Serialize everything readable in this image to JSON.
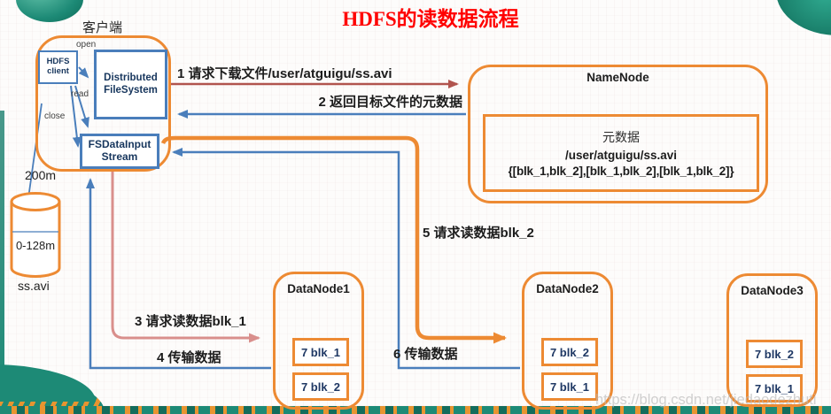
{
  "title": "HDFS的读数据流程",
  "client": {
    "label": "客户端",
    "hdfs_client": "HDFS client",
    "dfs": "Distributed FileSystem",
    "fsdis": "FSDataInput Stream",
    "edge_labels": {
      "open": "open",
      "read": "read",
      "close": "close"
    }
  },
  "file": {
    "capacity": "200m",
    "block_range": "0-128m",
    "name": "ss.avi"
  },
  "namenode": {
    "title": "NameNode",
    "meta": {
      "title": "元数据",
      "path": "/user/atguigu/ss.avi",
      "blocks": "{[blk_1,blk_2],[blk_1,blk_2],[blk_1,blk_2]}"
    }
  },
  "steps": [
    {
      "label": "1 请求下载文件/user/atguigu/ss.avi"
    },
    {
      "label": "2 返回目标文件的元数据"
    },
    {
      "label": "3 请求读数据blk_1"
    },
    {
      "label": "4 传输数据"
    },
    {
      "label": "5 请求读数据blk_2"
    },
    {
      "label": "6 传输数据"
    }
  ],
  "datanodes": [
    {
      "name": "DataNode1",
      "blocks": [
        "7 blk_1",
        "7 blk_2"
      ]
    },
    {
      "name": "DataNode2",
      "blocks": [
        "7 blk_2",
        "7 blk_1"
      ]
    },
    {
      "name": "DataNode3",
      "blocks": [
        "7 blk_2",
        "7 blk_1"
      ]
    }
  ],
  "watermark": "https://blog.csdn.net/jiedaodezhuti",
  "colors": {
    "accent_orange": "#ED8A33",
    "box_blue": "#4A7EBB",
    "text_navy": "#17365D",
    "request_red": "#B1544E",
    "request_pink": "#D98F8C",
    "return_blue": "#4A7EBB",
    "deco_teal": "#1D8A76",
    "deco_orange": "#E79430",
    "title_red": "#FF0000"
  }
}
